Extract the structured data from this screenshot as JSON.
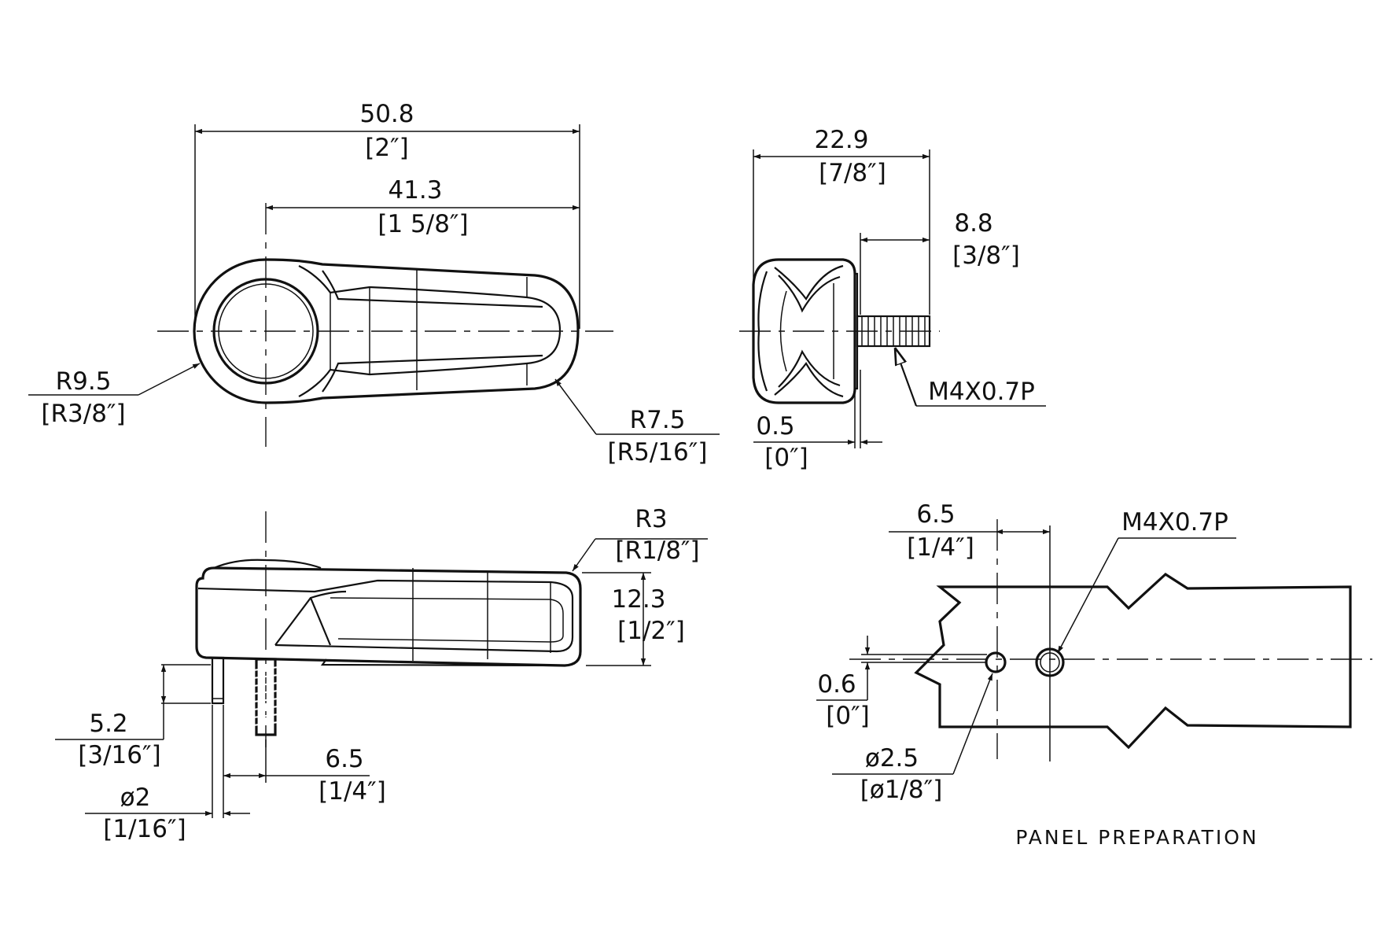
{
  "colors": {
    "line": "#111111",
    "background": "#ffffff"
  },
  "top_view": {
    "overall_length": "50.8",
    "overall_length_in": "[2″]",
    "center_length": "41.3",
    "center_length_in": "[1 5/8″]",
    "left_radius": "R9.5",
    "left_radius_in": "[R3/8″]",
    "right_radius": "R7.5",
    "right_radius_in": "[R5/16″]"
  },
  "side_view": {
    "width": "22.9",
    "width_in": "[7/8″]",
    "stud_length": "8.8",
    "stud_length_in": "[3/8″]",
    "thread": "M4X0.7P",
    "offset": "0.5",
    "offset_in": "[0″]"
  },
  "front_view": {
    "tip_radius": "R3",
    "tip_radius_in": "[R1/8″]",
    "height": "12.3",
    "height_in": "[1/2″]",
    "pin_length": "5.2",
    "pin_length_in": "[3/16″]",
    "pin_spacing": "6.5",
    "pin_spacing_in": "[1/4″]",
    "pin_dia": "ø2",
    "pin_dia_in": "[1/16″]"
  },
  "panel_view": {
    "hole_spacing": "6.5",
    "hole_spacing_in": "[1/4″]",
    "thread": "M4X0.7P",
    "vertical_offset": "0.6",
    "vertical_offset_in": "[0″]",
    "hole_dia": "ø2.5",
    "hole_dia_in": "[ø1/8″]",
    "caption": "PANEL PREPARATION"
  }
}
